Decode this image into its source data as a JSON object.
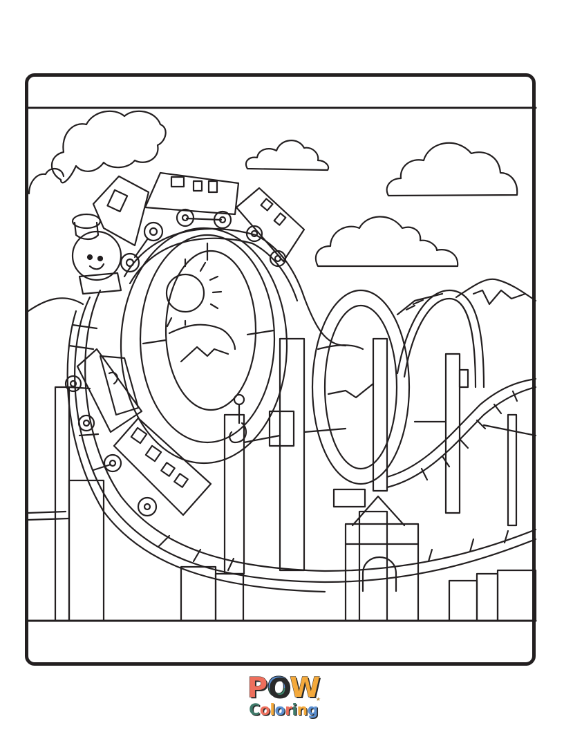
{
  "page": {
    "type": "coloring-page",
    "subject": "cartoon train on a roller coaster with loops, clouds and mountains"
  },
  "scene": {
    "elements": [
      {
        "name": "smiling-steam-locomotive",
        "count": 1
      },
      {
        "name": "train-car",
        "count": 4
      },
      {
        "name": "roller-coaster-loop",
        "count": 3
      },
      {
        "name": "cloud",
        "count": 5
      },
      {
        "name": "mountain",
        "count": 3
      },
      {
        "name": "sun",
        "count": 1
      },
      {
        "name": "crane-hook",
        "count": 1
      },
      {
        "name": "arch-gate",
        "count": 1
      }
    ]
  },
  "logo": {
    "line1": [
      "P",
      "O",
      "W"
    ],
    "line2": [
      "C",
      "o",
      "l",
      "o",
      "r",
      "i",
      "n",
      "g"
    ],
    "star": "★",
    "colors": {
      "P": "#ee6f5c",
      "O_top": "#5b8fd0",
      "O_bottom": "#3f8a6e",
      "W": "#f4a93b",
      "C": "#3f7a6a",
      "o1": "#ee6f5c",
      "l": "#f4a93b",
      "o2": "#5b8fd0",
      "r": "#ee6f5c",
      "i": "#3f7a6a",
      "n": "#f4a93b",
      "g": "#5b8fd0"
    }
  },
  "colors": {
    "ink": "#231f20",
    "paper": "#ffffff"
  }
}
